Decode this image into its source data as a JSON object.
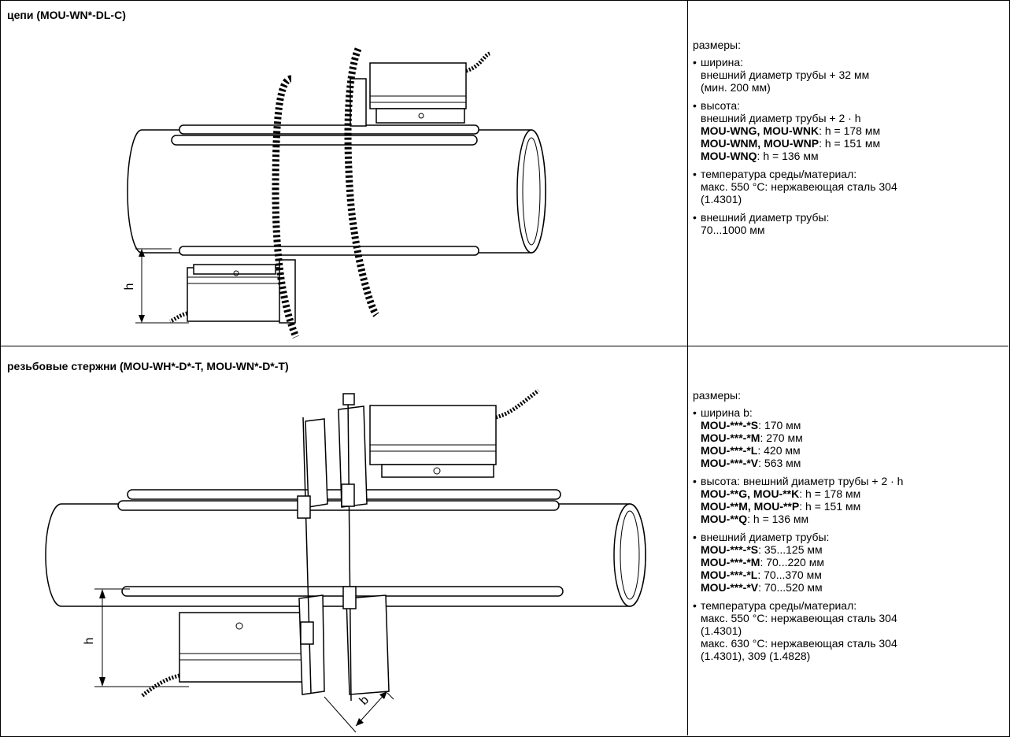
{
  "section1": {
    "title": "цепи (MOU-WN*-DL-C)",
    "dim_h_label": "h",
    "specs": {
      "heading": "размеры:",
      "items": [
        {
          "lines": [
            [
              {
                "t": "ширина:",
                "b": false
              }
            ],
            [
              {
                "t": "внешний диаметр трубы + 32 мм",
                "b": false
              }
            ],
            [
              {
                "t": "(мин. 200 мм)",
                "b": false
              }
            ]
          ]
        },
        {
          "lines": [
            [
              {
                "t": "высота:",
                "b": false
              }
            ],
            [
              {
                "t": "внешний диаметр трубы + 2 · h",
                "b": false
              }
            ],
            [
              {
                "t": "MOU-WNG, MOU-WNK",
                "b": true
              },
              {
                "t": ": h = 178 мм",
                "b": false
              }
            ],
            [
              {
                "t": "MOU-WNM, MOU-WNP",
                "b": true
              },
              {
                "t": ": h = 151 мм",
                "b": false
              }
            ],
            [
              {
                "t": "MOU-WNQ",
                "b": true
              },
              {
                "t": ": h = 136 мм",
                "b": false
              }
            ]
          ]
        },
        {
          "lines": [
            [
              {
                "t": "температура среды/материал:",
                "b": false
              }
            ],
            [
              {
                "t": "макс. 550 °C: нержавеющая сталь 304",
                "b": false
              }
            ],
            [
              {
                "t": "(1.4301)",
                "b": false
              }
            ]
          ]
        },
        {
          "lines": [
            [
              {
                "t": "внешний диаметр трубы:",
                "b": false
              }
            ],
            [
              {
                "t": "70...1000 мм",
                "b": false
              }
            ]
          ]
        }
      ]
    }
  },
  "section2": {
    "title": "резьбовые стержни (MOU-WH*-D*-T, MOU-WN*-D*-T)",
    "dim_h_label": "h",
    "dim_b_label": "b",
    "specs": {
      "heading": "размеры:",
      "items": [
        {
          "lines": [
            [
              {
                "t": "ширина b:",
                "b": false
              }
            ],
            [
              {
                "t": "MOU-***-*S",
                "b": true
              },
              {
                "t": ": 170 мм",
                "b": false
              }
            ],
            [
              {
                "t": "MOU-***-*M",
                "b": true
              },
              {
                "t": ": 270 мм",
                "b": false
              }
            ],
            [
              {
                "t": "MOU-***-*L",
                "b": true
              },
              {
                "t": ": 420 мм",
                "b": false
              }
            ],
            [
              {
                "t": "MOU-***-*V",
                "b": true
              },
              {
                "t": ": 563 мм",
                "b": false
              }
            ]
          ]
        },
        {
          "lines": [
            [
              {
                "t": "высота: внешний диаметр трубы + 2 · h",
                "b": false
              }
            ],
            [
              {
                "t": "MOU-**G, MOU-**K",
                "b": true
              },
              {
                "t": ": h = 178 мм",
                "b": false
              }
            ],
            [
              {
                "t": "MOU-**M, MOU-**P",
                "b": true
              },
              {
                "t": ": h = 151 мм",
                "b": false
              }
            ],
            [
              {
                "t": "MOU-**Q",
                "b": true
              },
              {
                "t": ": h = 136 мм",
                "b": false
              }
            ]
          ]
        },
        {
          "lines": [
            [
              {
                "t": "внешний диаметр трубы:",
                "b": false
              }
            ],
            [
              {
                "t": "MOU-***-*S",
                "b": true
              },
              {
                "t": ": 35...125 мм",
                "b": false
              }
            ],
            [
              {
                "t": "MOU-***-*M",
                "b": true
              },
              {
                "t": ": 70...220 мм",
                "b": false
              }
            ],
            [
              {
                "t": "MOU-***-*L",
                "b": true
              },
              {
                "t": ": 70...370 мм",
                "b": false
              }
            ],
            [
              {
                "t": "MOU-***-*V",
                "b": true
              },
              {
                "t": ": 70...520 мм",
                "b": false
              }
            ]
          ]
        },
        {
          "lines": [
            [
              {
                "t": "температура среды/материал:",
                "b": false
              }
            ],
            [
              {
                "t": "макс. 550 °C: нержавеющая сталь 304",
                "b": false
              }
            ],
            [
              {
                "t": "(1.4301)",
                "b": false
              }
            ],
            [
              {
                "t": "макс. 630 °C: нержавеющая сталь 304",
                "b": false
              }
            ],
            [
              {
                "t": "(1.4301), 309 (1.4828)",
                "b": false
              }
            ]
          ]
        }
      ]
    }
  }
}
